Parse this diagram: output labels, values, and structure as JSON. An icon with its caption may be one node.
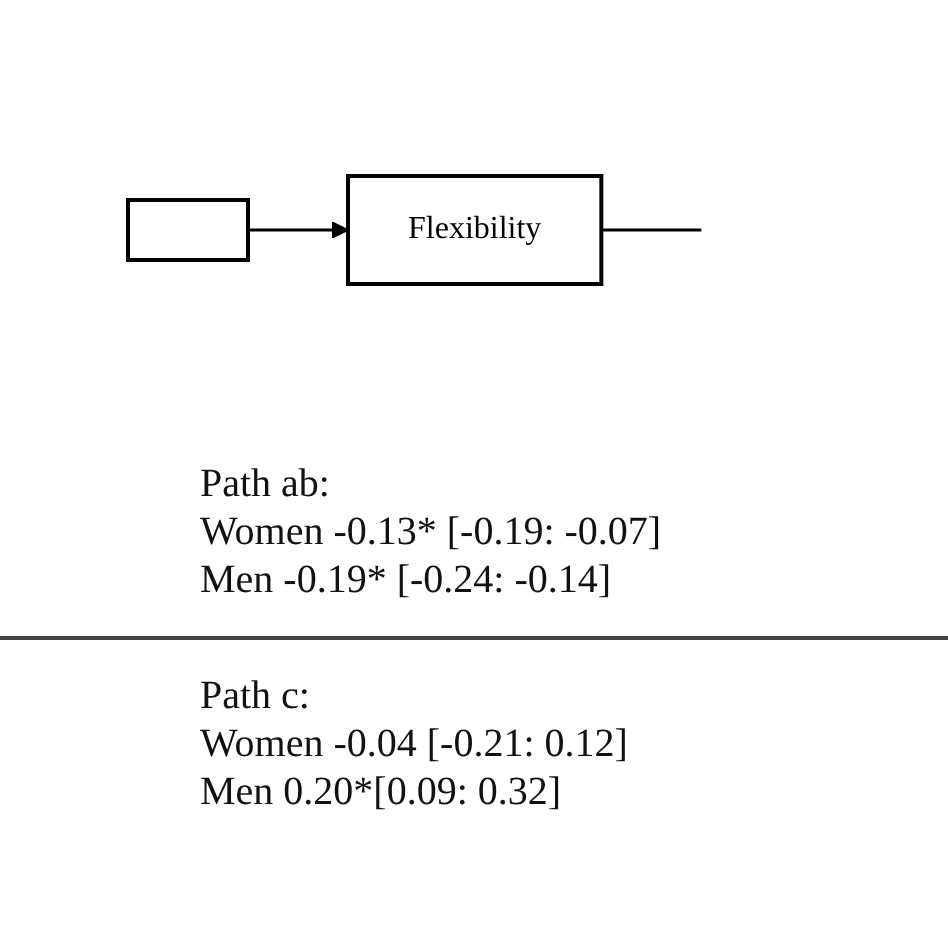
{
  "diagram": {
    "nodes": [
      {
        "text": [],
        "shape": "box"
      },
      {
        "text": [
          "Flexibility"
        ]
      }
    ],
    "edges": [
      {
        "from": 0,
        "to": 1,
        "arrow": "to"
      },
      {
        "from": 1,
        "to": null,
        "arrow": "none"
      }
    ],
    "labels": [
      "Path ab:",
      "Women -0.13* [-0.19: -0.07]",
      "Men -0.19* [-0.24: -0.14]",
      "Path c:",
      "Women -0.04 [-0.21: 0.12]",
      "Men 0.20*[0.09: 0.32]"
    ]
  }
}
